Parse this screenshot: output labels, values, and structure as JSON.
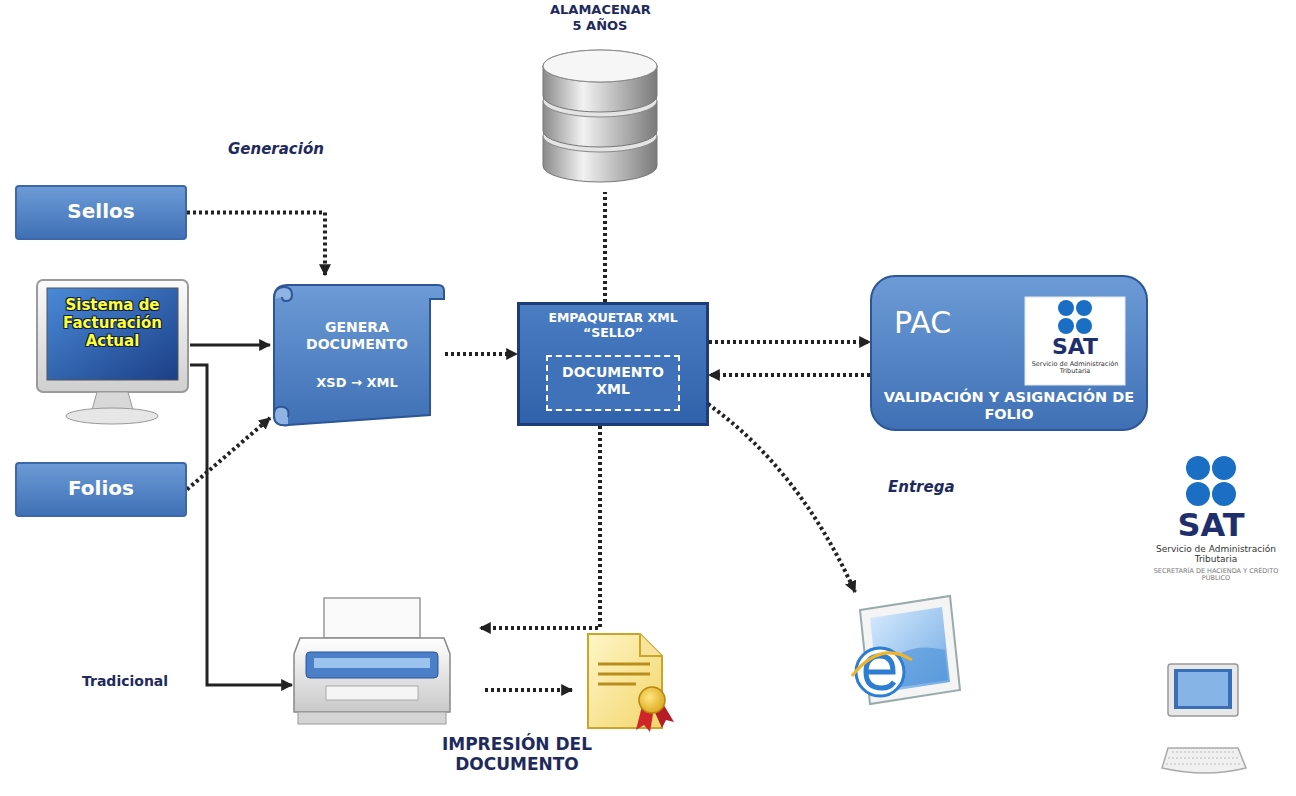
{
  "diagram": {
    "nodes": [
      {
        "text": [
          "ALAMACENAR 5 AÑOS"
        ]
      },
      {
        "text": [
          "Sellos"
        ]
      },
      {
        "text": [
          "Sistema de Facturación Actual"
        ]
      },
      {
        "text": [
          "Folios"
        ]
      },
      {
        "text": [
          "GENERA DOCUMENTO",
          "XSD → XML"
        ]
      },
      {
        "text": [
          "EMPAQUETAR XML “SELLO”"
        ]
      },
      {
        "text": [
          "DOCUMENTO XML"
        ],
        "in": 5
      },
      {
        "text": [
          "PAC",
          "VALIDACIÓN Y ASIGNACIÓN DE FOLIO"
        ]
      },
      {
        "text": [
          "IMPRESIÓN DEL DOCUMENTO"
        ]
      }
    ],
    "edges": [
      {
        "from": 1,
        "to": 4,
        "arrow": "to"
      },
      {
        "from": 2,
        "to": 4,
        "arrow": "to"
      },
      {
        "from": 3,
        "to": 4,
        "arrow": "to"
      },
      {
        "from": 4,
        "to": 5,
        "arrow": "to"
      },
      {
        "from": 5,
        "to": 0,
        "arrow": "none"
      },
      {
        "from": 5,
        "to": 7,
        "arrow": "to"
      },
      {
        "from": 7,
        "to": 5,
        "arrow": "to"
      },
      {
        "from": 5,
        "to": 8,
        "arrow": "to"
      },
      {
        "from": 2,
        "to": 8,
        "label": "Tradicional",
        "arrow": "to"
      }
    ],
    "labels": [
      "Generación",
      "Entrega",
      "SAT",
      "Servicio de Administración Tributaria",
      "SAT",
      "Servicio de Administración Tributaria",
      "SECRETARÍA DE HACIENDA Y CRÉDITO PÚBLICO"
    ]
  }
}
